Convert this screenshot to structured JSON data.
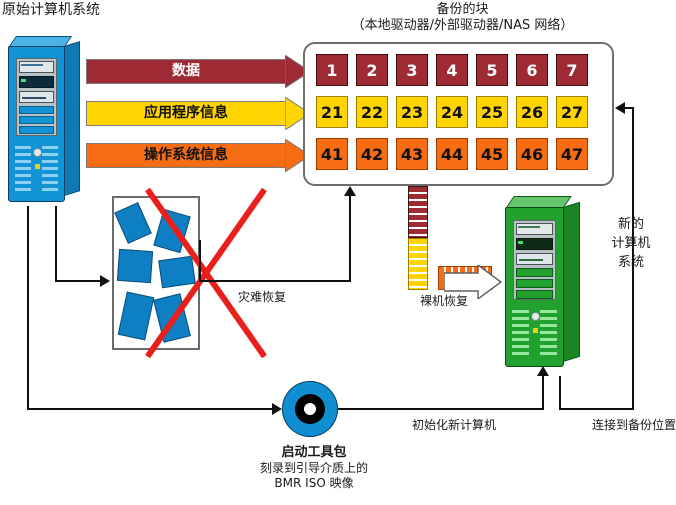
{
  "diagram": {
    "title_original_system": "原始计算机系统",
    "title_backup_blocks_line1": "备份的块",
    "title_backup_blocks_line2": "（本地驱动器/外部驱动器/NAS 网络）",
    "title_new_system": "新的\n计算机\n系统",
    "title_new_system_lines": [
      "新的",
      "计算机",
      "系统"
    ]
  },
  "flows": [
    {
      "id": "data",
      "label": "数据",
      "color": "#9e2b33",
      "text_color": "#ffffff"
    },
    {
      "id": "apps",
      "label": "应用程序信息",
      "color": "#ffd400",
      "text_color": "#111111"
    },
    {
      "id": "os",
      "label": "操作系统信息",
      "color": "#f86c13",
      "text_color": "#111111"
    }
  ],
  "backup_blocks": {
    "rows": [
      {
        "style": "r",
        "values": [
          "1",
          "2",
          "3",
          "4",
          "5",
          "6",
          "7"
        ]
      },
      {
        "style": "y",
        "values": [
          "21",
          "22",
          "23",
          "24",
          "25",
          "26",
          "27"
        ]
      },
      {
        "style": "o",
        "values": [
          "41",
          "42",
          "43",
          "44",
          "45",
          "46",
          "47"
        ]
      }
    ]
  },
  "labels": {
    "disaster_recovery": "灾难恢复",
    "bare_metal_recovery": "裸机恢复",
    "initialize_new_computer": "初始化新计算机",
    "connect_to_backup_location": "连接到备份位置",
    "boot_kit_title": "启动工具包",
    "boot_kit_line1": "刻录到引导介质上的",
    "boot_kit_line2": "BMR ISO 映像"
  },
  "icons": {
    "original_server": "blue-server-tower-icon",
    "failed_server": "crossed-out-broken-server-icon",
    "new_server": "green-server-tower-icon",
    "boot_media": "cd-disc-icon",
    "recovery_stream": "striped-block-stack-icon"
  },
  "colors": {
    "original_server": "#1193d6",
    "new_server": "#22a12f",
    "cross_mark": "#e8201c",
    "line": "#111111"
  }
}
